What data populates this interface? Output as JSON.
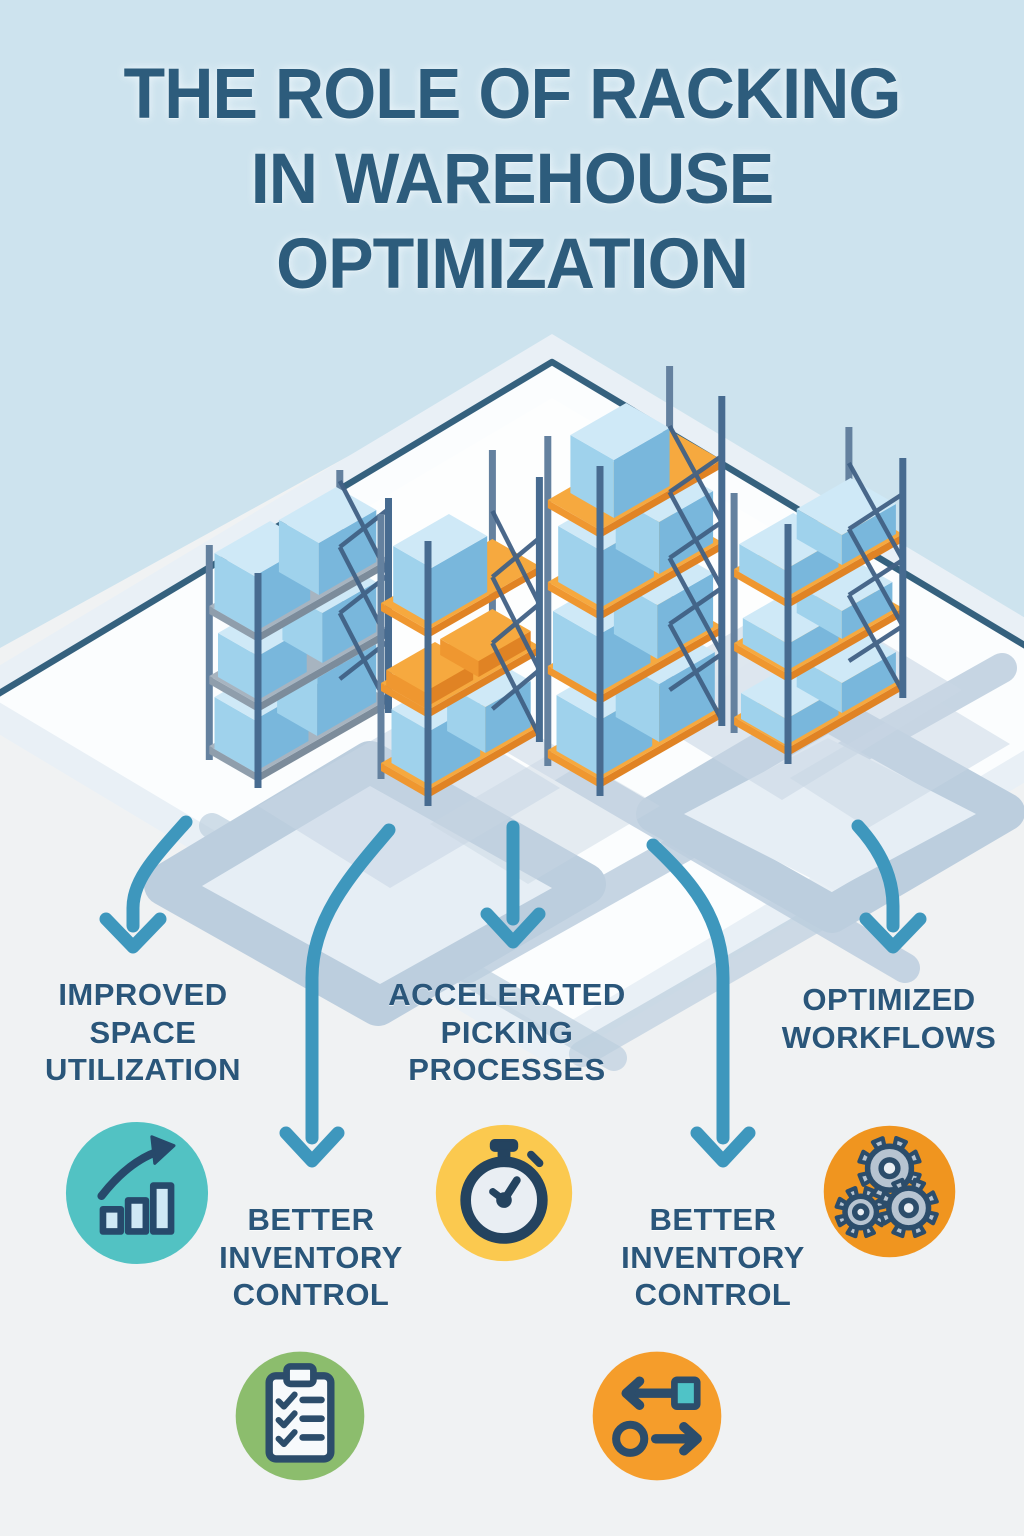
{
  "title": {
    "line1": "THE ROLE OF RACKING",
    "line2": "IN WAREHOUSE",
    "line3": "OPTIMIZATION"
  },
  "benefits": {
    "improved_space": {
      "lines": [
        "IMPROVED",
        "SPACE",
        "UTILIZATION"
      ]
    },
    "accelerated_picking": {
      "lines": [
        "ACCELERATED",
        "PICKING",
        "PROCESSES"
      ]
    },
    "optimized_workflows": {
      "lines": [
        "OPTIMIZED",
        "WORKFLOWS"
      ]
    },
    "better_inventory_1": {
      "lines": [
        "BETTER",
        "INVENTORY",
        "CONTROL"
      ]
    },
    "better_inventory_2": {
      "lines": [
        "BETTER",
        "INVENTORY",
        "CONTROL"
      ]
    }
  },
  "icons": {
    "growth_chart": {
      "name": "growth-chart-icon",
      "circle_color": "#52c2c3"
    },
    "stopwatch": {
      "name": "stopwatch-icon",
      "circle_color": "#fbc94f"
    },
    "gears": {
      "name": "gears-icon",
      "circle_color": "#f0951f"
    },
    "checklist": {
      "name": "checklist-clipboard-icon",
      "circle_color": "#8cbd6d"
    },
    "process_flow": {
      "name": "process-flow-icon",
      "circle_color": "#f59d2b"
    }
  },
  "colors": {
    "background_top": "#cde3ee",
    "background_bottom": "#f0f2f3",
    "floor_white": "#fbfdfe",
    "floor_band": "#bccede",
    "outline_navy": "#35617e",
    "heading_text": "#2d5c7c",
    "label_text": "#2a567a",
    "arrow": "#3e97bd",
    "rack_orange": "#f09a30",
    "box_blue": "#9fd2ec",
    "icon_stroke_navy": "#2c4d6b"
  }
}
